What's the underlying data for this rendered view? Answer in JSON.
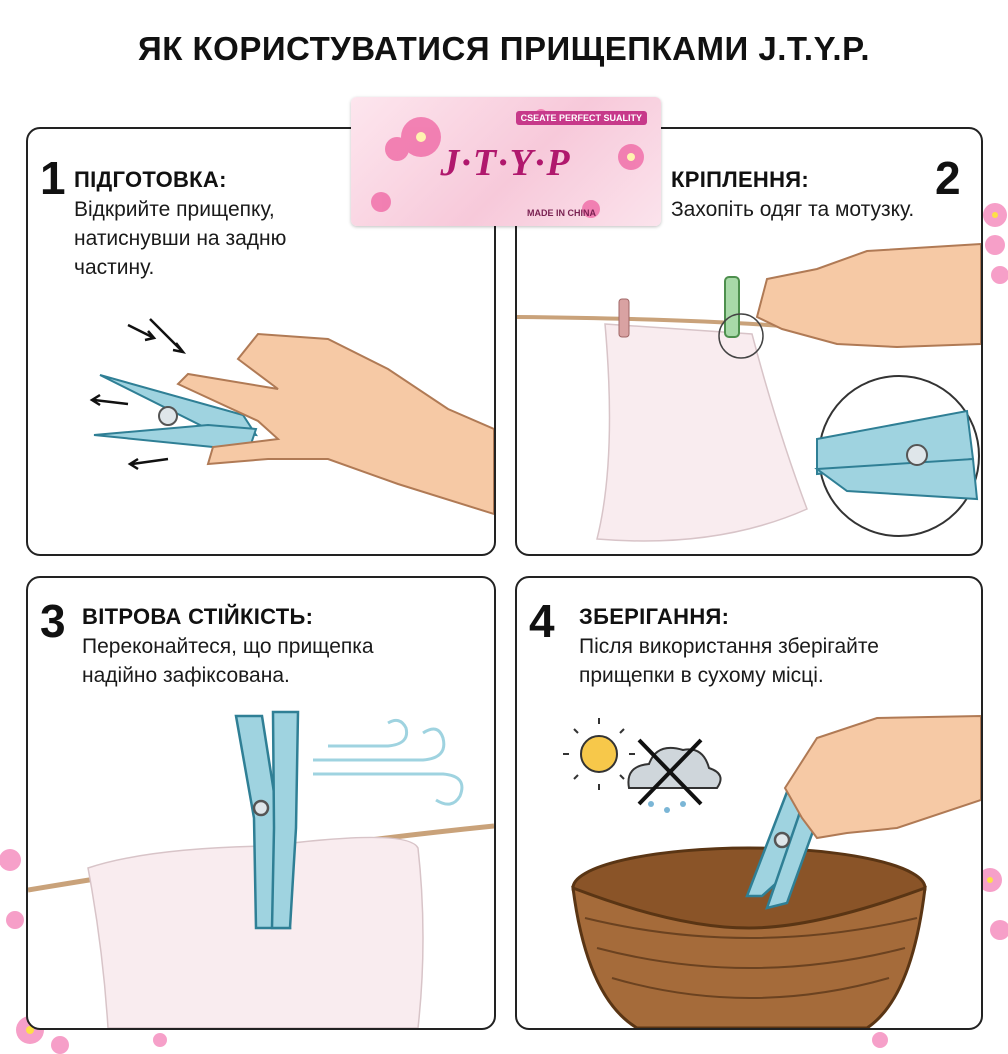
{
  "title": "ЯК КОРИСТУВАТИСЯ ПРИЩЕПКАМИ J.T.Y.P.",
  "badge": {
    "logo": "J·T·Y·P",
    "tagline": "CSEATE PERFECT SUALITY",
    "made": "MADE IN CHINA"
  },
  "steps": [
    {
      "number": "1",
      "heading": "ПІДГОТОВКА:",
      "lines": [
        "Відкрийте прищепку,",
        "натиснувши на задню",
        "частину."
      ]
    },
    {
      "number": "2",
      "heading": "КРІПЛЕННЯ:",
      "lines": [
        "Захопіть одяг та мотузку."
      ]
    },
    {
      "number": "3",
      "heading": "ВІТРОВА СТІЙКІСТЬ:",
      "lines": [
        "Переконайтеся, що прищепка",
        "надійно зафіксована."
      ]
    },
    {
      "number": "4",
      "heading": "ЗБЕРІГАННЯ:",
      "lines": [
        "Після використання зберігайте",
        "прищепки в сухому місці."
      ]
    }
  ],
  "icons": [
    "flower-icon",
    "arrow-icon",
    "wind-icon",
    "sun-icon",
    "rain-cloud-icon",
    "cross-icon",
    "clothespin-icon",
    "basket-icon",
    "hand-icon"
  ],
  "colors": {
    "clothespin": "#9fd3e0",
    "clothespin_outline": "#2f7f95",
    "skin": "#f6c9a5",
    "flower": "#f06aa6",
    "basket": "#a56b3a"
  }
}
